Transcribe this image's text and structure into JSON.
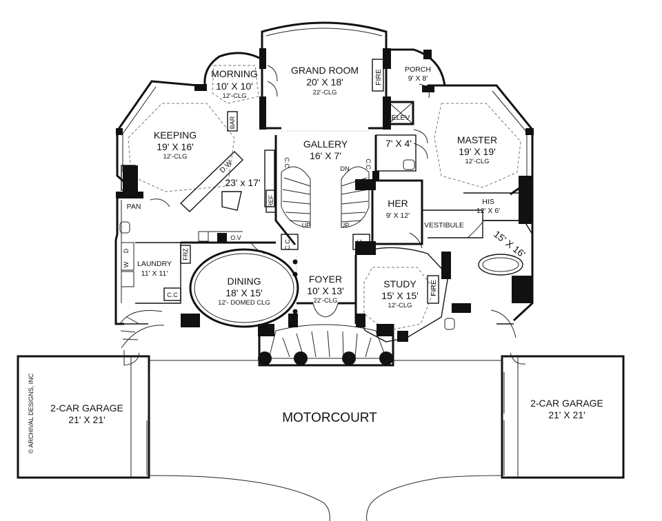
{
  "rooms": {
    "grand_room": {
      "name": "GRAND ROOM",
      "dim": "20' X 18'",
      "clg": "22'-CLG"
    },
    "morning": {
      "name": "MORNING",
      "dim": "10' X 10'",
      "clg": "12'-CLG"
    },
    "porch": {
      "name": "PORCH",
      "dim": "9' X 8'"
    },
    "keeping": {
      "name": "KEEPING",
      "dim": "19' X 16'",
      "clg": "12'-CLG"
    },
    "gallery": {
      "name": "GALLERY",
      "dim": "16' X 7'"
    },
    "master": {
      "name": "MASTER",
      "dim": "19' X 19'",
      "clg": "12'-CLG"
    },
    "kitchen": {
      "dim": "23' x 17'"
    },
    "closet_74": {
      "dim": "7' X 4'"
    },
    "her": {
      "name": "HER",
      "dim": "9' X 12'"
    },
    "his": {
      "name": "HIS",
      "dim": "12' X 6'"
    },
    "vestibule": {
      "name": "VESTIBULE"
    },
    "bath": {
      "dim": "15' X 16'"
    },
    "laundry": {
      "name": "LAUNDRY",
      "dim": "11' X 11'"
    },
    "dining": {
      "name": "DINING",
      "dim": "18' X 15'",
      "clg": "12'- DOMED CLG"
    },
    "foyer": {
      "name": "FOYER",
      "dim": "10' X 13'",
      "clg": "22'-CLG"
    },
    "study": {
      "name": "STUDY",
      "dim": "15' X 15'",
      "clg": "12'-CLG"
    },
    "garage_left": {
      "name": "2-CAR GARAGE",
      "dim": "21' X 21'"
    },
    "garage_right": {
      "name": "2-CAR GARAGE",
      "dim": "21' X 21'"
    },
    "motorcourt": {
      "name": "MOTORCOURT"
    }
  },
  "fixtures": {
    "fire": "FIRE",
    "bar": "BAR",
    "elev": "ELEV",
    "dw": "D.W",
    "ref": "REF",
    "pan": "PAN",
    "frz": "FRZ",
    "ov": "O.V",
    "cc": "C.C",
    "up": "UP",
    "dn": "DN",
    "washer": "W",
    "dryer": "D"
  },
  "copyright": "© ARCHIVAL DESIGNS, INC"
}
